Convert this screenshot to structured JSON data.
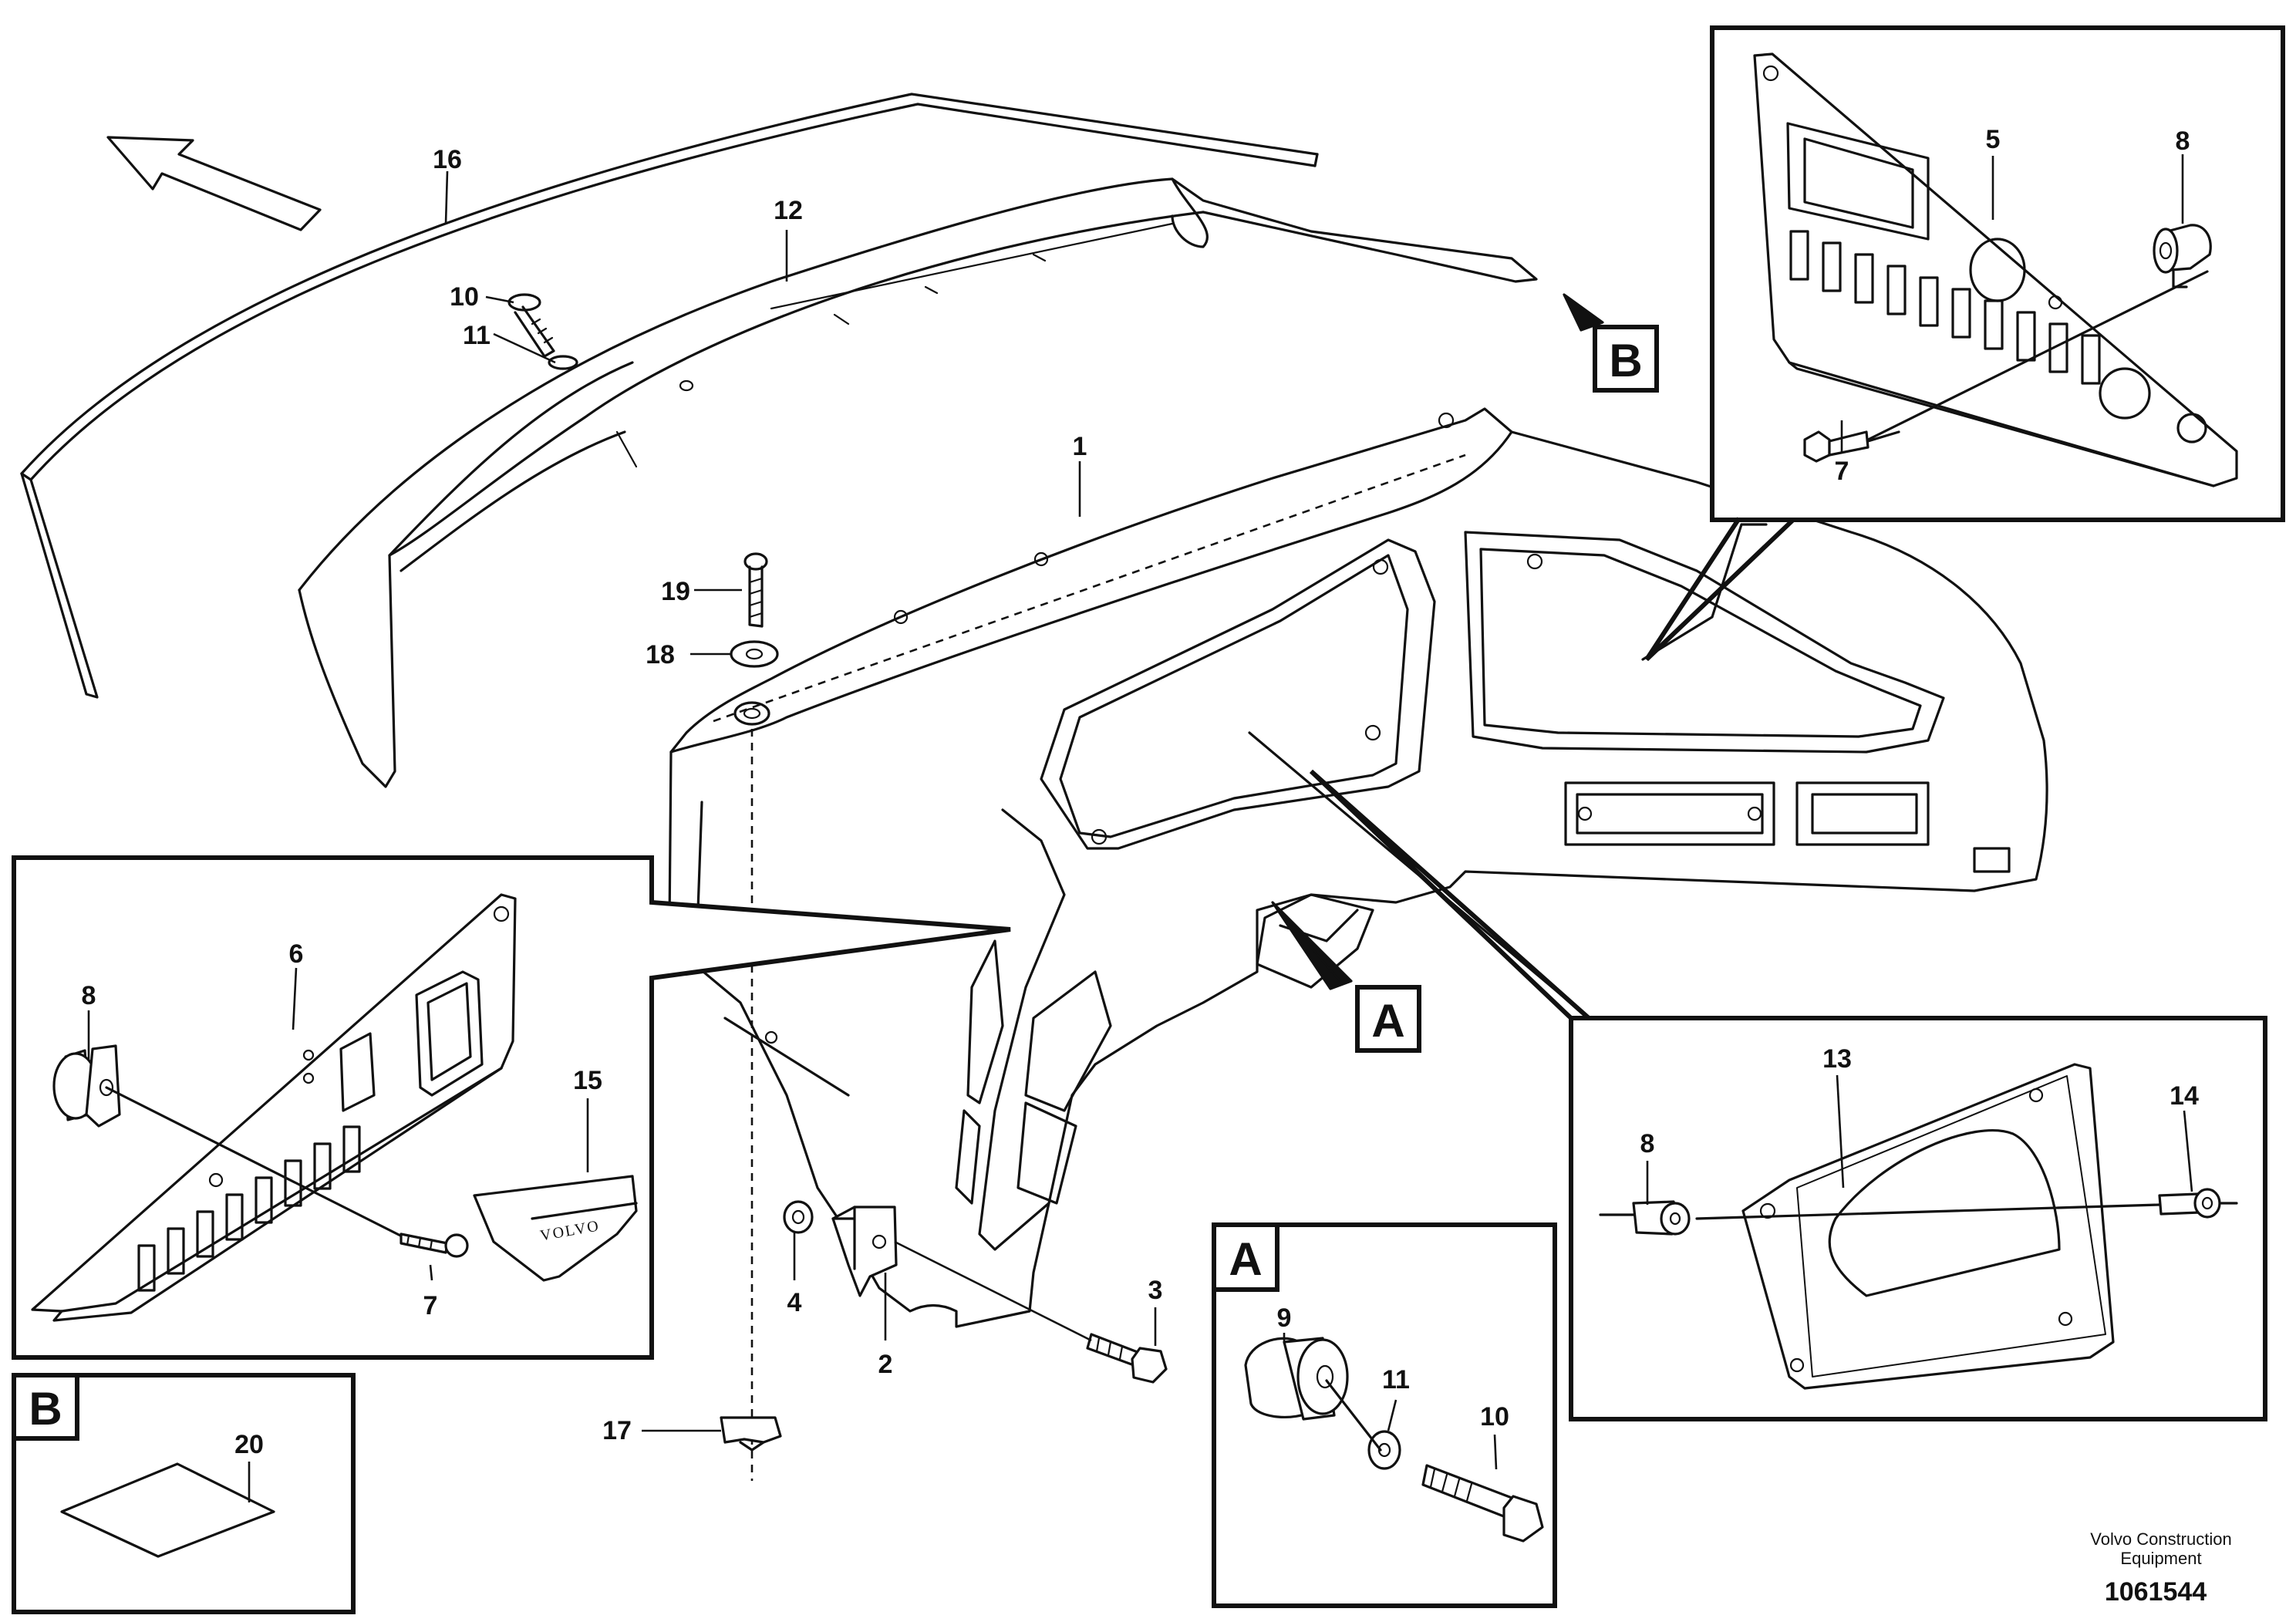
{
  "callouts": [
    {
      "id": "c16",
      "label": "16"
    },
    {
      "id": "c12",
      "label": "12"
    },
    {
      "id": "c10a",
      "label": "10"
    },
    {
      "id": "c11a",
      "label": "11"
    },
    {
      "id": "c1",
      "label": "1"
    },
    {
      "id": "c19",
      "label": "19"
    },
    {
      "id": "c18",
      "label": "18"
    },
    {
      "id": "c5",
      "label": "5"
    },
    {
      "id": "c8a",
      "label": "8"
    },
    {
      "id": "c7a",
      "label": "7"
    },
    {
      "id": "c6",
      "label": "6"
    },
    {
      "id": "c8b",
      "label": "8"
    },
    {
      "id": "c15",
      "label": "15"
    },
    {
      "id": "c7b",
      "label": "7"
    },
    {
      "id": "c4",
      "label": "4"
    },
    {
      "id": "c2",
      "label": "2"
    },
    {
      "id": "c3",
      "label": "3"
    },
    {
      "id": "c17",
      "label": "17"
    },
    {
      "id": "c20",
      "label": "20"
    },
    {
      "id": "c9",
      "label": "9"
    },
    {
      "id": "c11b",
      "label": "11"
    },
    {
      "id": "c10b",
      "label": "10"
    },
    {
      "id": "c13",
      "label": "13"
    },
    {
      "id": "c8c",
      "label": "8"
    },
    {
      "id": "c14",
      "label": "14"
    }
  ],
  "section_tags": [
    {
      "id": "tagB_main",
      "label": "B"
    },
    {
      "id": "tagA_main",
      "label": "A"
    },
    {
      "id": "tagA_inset",
      "label": "A"
    },
    {
      "id": "tagB_inset",
      "label": "B"
    }
  ],
  "logo_text": "VOLVO",
  "footer": {
    "brand_line1": "Volvo Construction",
    "brand_line2": "Equipment",
    "doc_id": "1061544"
  }
}
